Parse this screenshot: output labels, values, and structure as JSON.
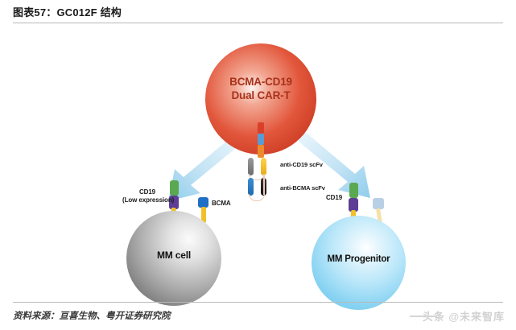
{
  "header": {
    "figure_title": "图表57：GC012F 结构"
  },
  "footer": {
    "source_text": "资料来源：亘喜生物、粤开证券研究院",
    "watermark": "头条 @未来智库"
  },
  "diagram": {
    "cart_cell": {
      "line1": "BCMA-CD19",
      "line2": "Dual CAR-T",
      "color": "#d9402a",
      "text_color": "#a8321c"
    },
    "car_receptor": {
      "segment_top_color": "#d9402a",
      "segment_mid_color": "#5b9bd5",
      "segment_bottom_color": "#eb8b2c"
    },
    "scfv": [
      {
        "label": "anti-CD19 scFv",
        "arm_left_color": "#6d6d6d",
        "arm_right_color": "#e8aa14"
      },
      {
        "label": "anti-BCMA scFv",
        "arm_left_color": "#1f6bb0",
        "arm_right_color": "#111111"
      }
    ],
    "arrows": [
      {
        "name": "arrow-to-mm-cell",
        "color": "#b6ddf2"
      },
      {
        "name": "arrow-to-mm-progenitor",
        "color": "#b6ddf2"
      }
    ],
    "mm_cell": {
      "label": "MM cell",
      "color": "#9a9a9a",
      "receptors": [
        {
          "name": "cd19",
          "label_line1": "CD19",
          "label_line2": "(Low expression)",
          "cap_color": "#5aa84f",
          "body_color": "#5c3e96",
          "stem_color": "#f2c029"
        },
        {
          "name": "bcma",
          "label_line1": "BCMA",
          "label_line2": "",
          "cap_color": "#1f6fc4",
          "body_color": "#1f6fc4",
          "stem_color": "#f2c029"
        }
      ]
    },
    "mm_progenitor": {
      "label": "MM Progenitor",
      "color": "#86d2f2",
      "receptors": [
        {
          "name": "cd19",
          "label_line1": "CD19",
          "label_line2": "",
          "cap_color": "#5aa84f",
          "body_color": "#5c3e96",
          "stem_color": "#f2c029"
        },
        {
          "name": "bcma-faded",
          "label_line1": "",
          "label_line2": "",
          "cap_color": "#b9cfe6",
          "body_color": "#b9cfe6",
          "stem_color": "#f6e0a6"
        }
      ]
    }
  }
}
